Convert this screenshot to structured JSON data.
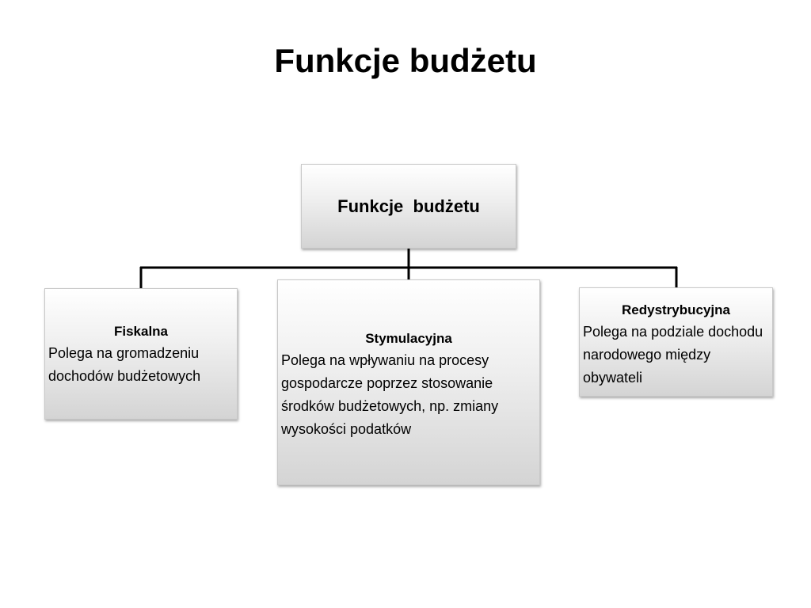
{
  "slide": {
    "title": "Funkcje budżetu"
  },
  "diagram": {
    "root": {
      "label": "Funkcje  budżetu"
    },
    "children": [
      {
        "heading": "Fiskalna",
        "description": "Polega na gromadzeniu dochodów budżetowych"
      },
      {
        "heading": "Stymulacyjna",
        "description": "Polega na wpływaniu na procesy gospodarcze poprzez stosowanie środków budżetowych, np. zmiany wysokości podatków"
      },
      {
        "heading": "Redystrybucyjna",
        "description": "Polega na podziale dochodu narodowego między obywateli"
      }
    ],
    "colors": {
      "connector": "#000000",
      "box_border": "#c8c8c8",
      "box_gradient_top": "#ffffff",
      "box_gradient_bottom": "#d4d4d4"
    }
  }
}
